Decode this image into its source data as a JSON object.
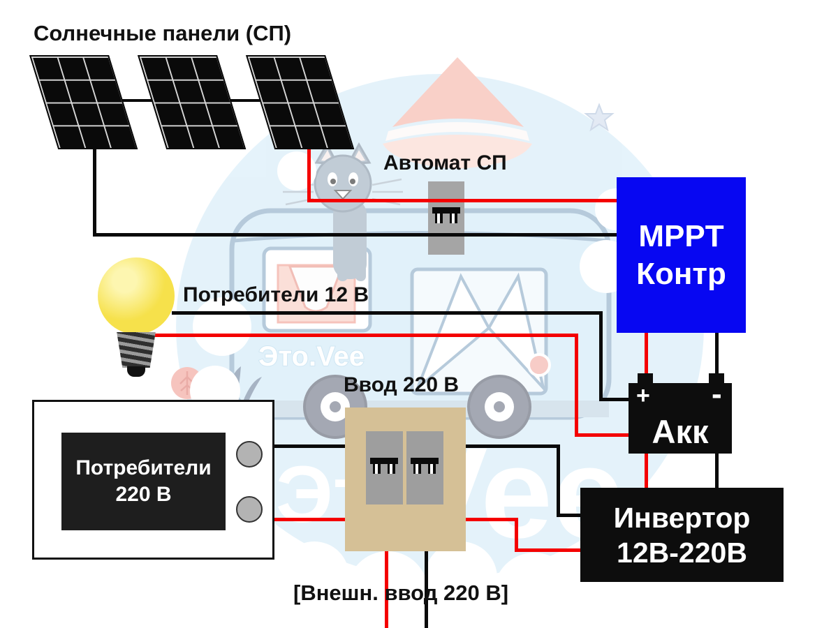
{
  "diagram": {
    "solar_panels": {
      "label": "Солнечные панели (СП)"
    },
    "breaker_sp": {
      "label": "Автомат СП"
    },
    "mppt": {
      "line1": "MPPT",
      "line2": "Контр"
    },
    "consumers_12v": {
      "label": "Потребители 12 В"
    },
    "battery": {
      "label": "Акк",
      "plus": "+",
      "minus": "-"
    },
    "inverter": {
      "line1": "Инвертор",
      "line2": "12В-220В"
    },
    "input_220v": {
      "label": "Ввод 220 В"
    },
    "consumers_220v": {
      "line1": "Потребители",
      "line2": "220 В"
    },
    "external_input": {
      "label": "[Внешн. ввод 220 В]"
    }
  },
  "background": {
    "logo": "Это.Vee",
    "watermark_left": "Это",
    "watermark_right": "Vee"
  },
  "colors": {
    "wire_positive": "#f40000",
    "wire_negative": "#0a0a0a",
    "mppt_box": "#0707f2",
    "battery_box": "#0d0d0d",
    "inverter_box": "#0d0d0d",
    "input_box_tan": "#d5c096",
    "breaker_gray": "#a5a5a5",
    "bulb_yellow": "#f6e14b",
    "background_blob": "#cfe9f7"
  }
}
